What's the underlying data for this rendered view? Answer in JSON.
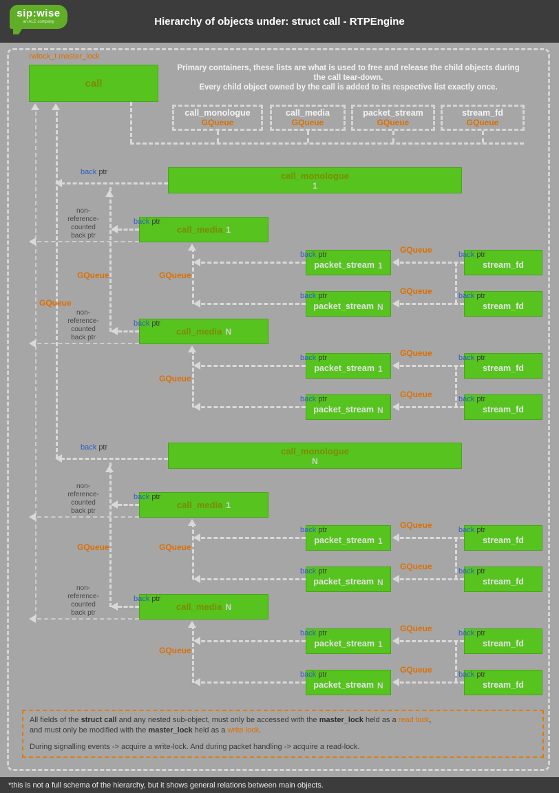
{
  "colors": {
    "accent_orange": "#dd6f00",
    "box_green": "#56c31f",
    "bar_gray": "#3c3c3c",
    "line_gray": "#d9d9d9",
    "back_ptr_blue": "#2e5ec4",
    "logo_green": "#60ae28"
  },
  "header": {
    "title": "Hierarchy of objects under: struct call - RTPEngine",
    "brand": "sip:wise",
    "brand_tagline": "an ALE company"
  },
  "master_lock_label": "rwlock_t master_lock",
  "call_label": "call",
  "intro": {
    "line1": "Primary containers, these lists are what is used to free and release the child objects during the call tear-down.",
    "line2": "Every child object owned by the call is added to its respective list exactly once."
  },
  "queues": [
    {
      "title": "call_monologue",
      "type": "GQueue"
    },
    {
      "title": "call_media",
      "type": "GQueue"
    },
    {
      "title": "packet_stream",
      "type": "GQueue"
    },
    {
      "title": "stream_fd",
      "type": "GQueue"
    }
  ],
  "labels": {
    "back": "back",
    "ptr": "ptr",
    "gqueue": "GQueue",
    "nonref1": "non-",
    "nonref2": "reference-",
    "nonref3": "counted",
    "nonref4": "back ptr"
  },
  "nodes": {
    "monologue1": {
      "title": "call_monologue",
      "num": "1"
    },
    "monologueN": {
      "title": "call_monologue",
      "num": "N"
    },
    "media1": {
      "title": "call_media",
      "num": "1"
    },
    "mediaN": {
      "title": "call_media",
      "num": "N"
    },
    "packet_stream1": {
      "title": "packet_stream",
      "num": "1"
    },
    "packet_streamN": {
      "title": "packet_stream",
      "num": "N"
    },
    "stream_fd": {
      "title": "stream_fd"
    }
  },
  "legend": {
    "l1a": "All fields of the ",
    "l1b": "struct call",
    "l1c": " and any nested sub-object, must only be accessed with the ",
    "l1d": "master_lock",
    "l1e": " held as a ",
    "l1f": "read lock",
    "l1g": ",",
    "l2a": "and must only be modified with the ",
    "l2b": "master_lock",
    "l2c": " held as a ",
    "l2d": "write lock",
    "l2e": ".",
    "l3": "During signalling events -> acquire a write-lock. And during packet handling -> acquire a read-lock."
  },
  "footer_note": "*this is not a full schema of the hierarchy, but it shows general relations between main objects."
}
